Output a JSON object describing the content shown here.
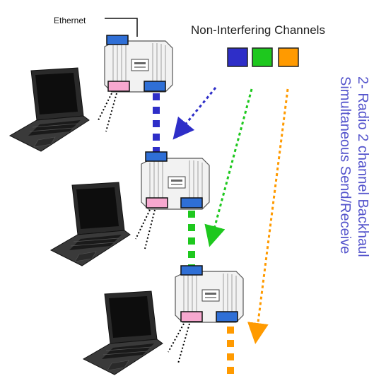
{
  "ethernet_label": "Ethernet",
  "channels_label": "Non-Interfering Channels",
  "side_caption": {
    "line1": "2- Radio 2 channel Backhaul",
    "line2": "Simultaneous Send/Receive"
  },
  "colors": {
    "channel_blue": "#2e2ec8",
    "channel_green": "#1ec81e",
    "channel_orange": "#ff9a00",
    "caption": "#5555cc",
    "radio_pink": "#f7a8cf",
    "radio_blue": "#2f6fd6"
  },
  "icons": [
    "router-icon",
    "laptop-icon"
  ]
}
